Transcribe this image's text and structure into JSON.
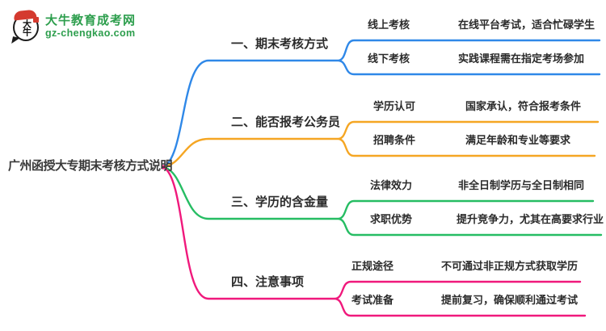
{
  "site": {
    "logo_icon_text": "大牛",
    "name": "大牛教育成考网",
    "domain": "gz-chengkao.com",
    "brand_green": "#2d9e4d",
    "logo_red": "#d43a2f"
  },
  "mindmap": {
    "root": "广州函授大专期末考核方式说明",
    "branches": [
      {
        "label": "一、期末考核方式",
        "color": "#2f88e8",
        "children": [
          {
            "label": "线上考核",
            "desc": "在线平台考试，适合忙碌学生"
          },
          {
            "label": "线下考核",
            "desc": "实践课程需在指定考场参加"
          }
        ]
      },
      {
        "label": "二、能否报考公务员",
        "color": "#f5a623",
        "children": [
          {
            "label": "学历认可",
            "desc": "国家承认，符合报考条件"
          },
          {
            "label": "招聘条件",
            "desc": "满足年龄和专业等要求"
          }
        ]
      },
      {
        "label": "三、学历的含金量",
        "color": "#26bd63",
        "children": [
          {
            "label": "法律效力",
            "desc": "非全日制学历与全日制相同"
          },
          {
            "label": "求职优势",
            "desc": "提升竞争力，尤其在高要求行业"
          }
        ]
      },
      {
        "label": "四、注意事项",
        "color": "#f0197c",
        "children": [
          {
            "label": "正规途径",
            "desc": "不可通过非正规方式获取学历"
          },
          {
            "label": "考试准备",
            "desc": "提前复习，确保顺利通过考试"
          }
        ]
      }
    ]
  }
}
